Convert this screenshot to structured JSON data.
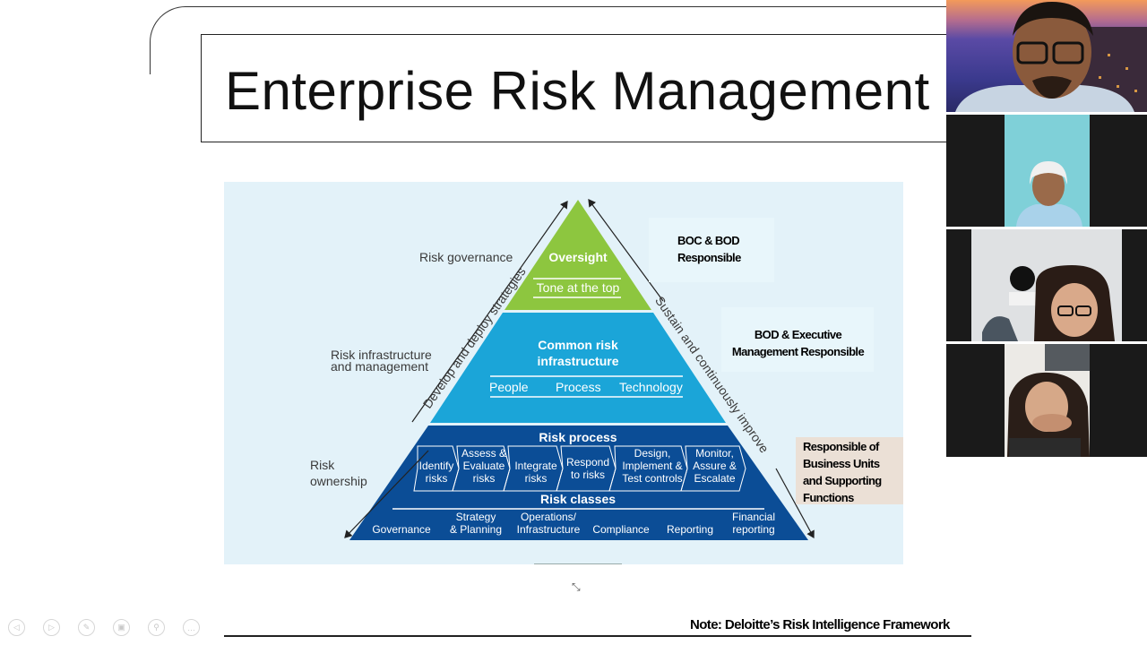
{
  "slide": {
    "title": "Enterprise Risk Management",
    "note": "Note: Deloitte’s Risk Intelligence Framework"
  },
  "diagram": {
    "left_labels": {
      "governance": "Risk governance",
      "infrastructure_line1": "Risk infrastructure",
      "infrastructure_line2": "and management",
      "ownership_line1": "Risk",
      "ownership_line2": "ownership"
    },
    "arrows": {
      "left": "Develop and deploy strategies",
      "right": "Sustain and continuously improve"
    },
    "tier1": {
      "title": "Oversight",
      "subtitle": "Tone at the top",
      "color": "#8dc63f"
    },
    "tier2": {
      "title_line1": "Common risk",
      "title_line2": "infrastructure",
      "items": [
        "People",
        "Process",
        "Technology"
      ],
      "color": "#1ba5d8"
    },
    "tier3": {
      "process_title": "Risk process",
      "steps": [
        {
          "line1": "Identify",
          "line2": "risks",
          "line3": ""
        },
        {
          "line1": "Assess &",
          "line2": "Evaluate",
          "line3": "risks"
        },
        {
          "line1": "Integrate",
          "line2": "risks",
          "line3": ""
        },
        {
          "line1": "Respond",
          "line2": "to risks",
          "line3": ""
        },
        {
          "line1": "Design,",
          "line2": "Implement &",
          "line3": "Test controls"
        },
        {
          "line1": "Monitor,",
          "line2": "Assure &",
          "line3": "Escalate"
        }
      ],
      "classes_title": "Risk classes",
      "classes": [
        {
          "line1": "",
          "line2": "Governance"
        },
        {
          "line1": "Strategy",
          "line2": "& Planning"
        },
        {
          "line1": "Operations/",
          "line2": "Infrastructure"
        },
        {
          "line1": "",
          "line2": "Compliance"
        },
        {
          "line1": "",
          "line2": "Reporting"
        },
        {
          "line1": "Financial",
          "line2": "reporting"
        }
      ],
      "color": "#0b4d96"
    },
    "responsibility": {
      "top_line1": "BOC & BOD",
      "top_line2": "Responsible",
      "middle_line1": "BOD & Executive",
      "middle_line2": "Management Responsible",
      "bottom_line1": "Responsible of",
      "bottom_line2": "Business Units",
      "bottom_line3": "and Supporting",
      "bottom_line4": "Functions"
    }
  },
  "slide_controls": [
    {
      "name": "previous-slide",
      "icon": "◁"
    },
    {
      "name": "next-slide",
      "icon": "▷"
    },
    {
      "name": "pen",
      "icon": "✎"
    },
    {
      "name": "slides-overview",
      "icon": "▣"
    },
    {
      "name": "zoom",
      "icon": "⚲"
    },
    {
      "name": "more-options",
      "icon": "…"
    }
  ],
  "video_participants": [
    {
      "id": "participant-1"
    },
    {
      "id": "participant-2"
    },
    {
      "id": "participant-3"
    },
    {
      "id": "participant-4"
    }
  ]
}
